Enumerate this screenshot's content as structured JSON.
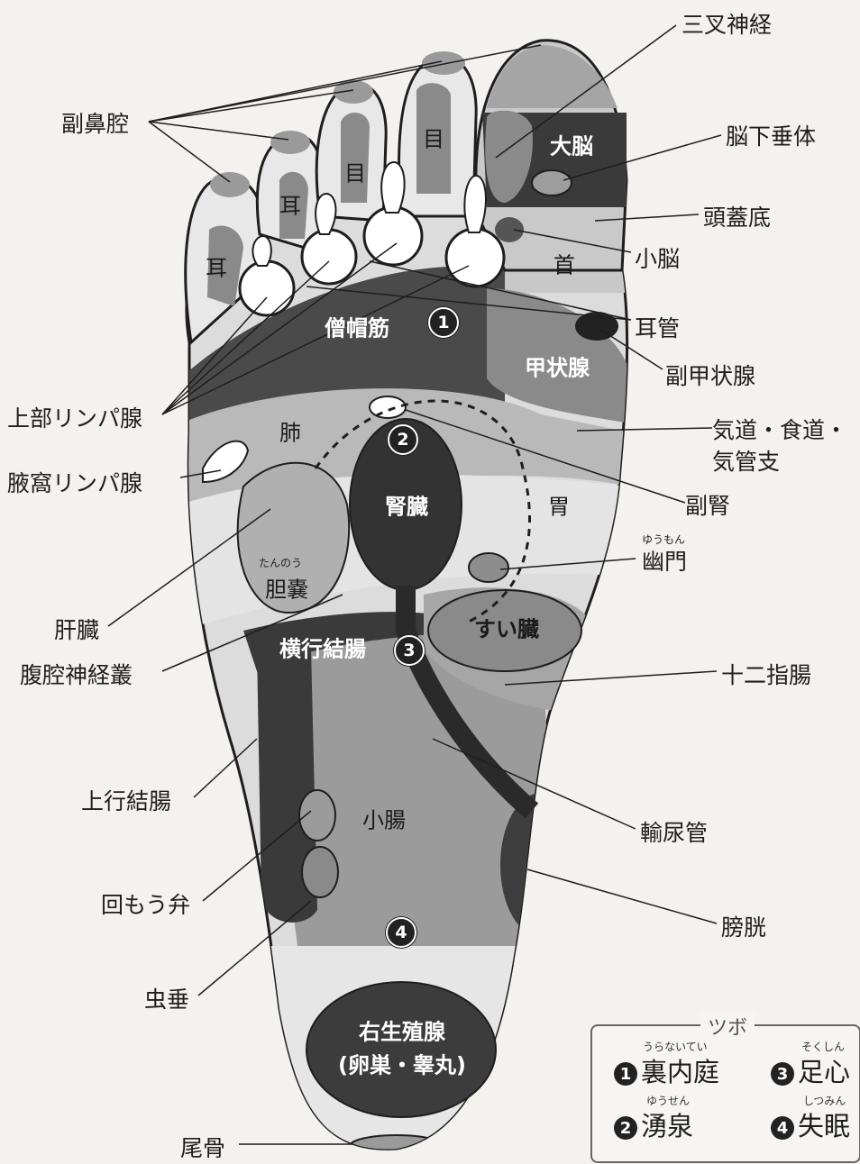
{
  "labels": {
    "sankei": "三叉神経",
    "fukubikuu": "副鼻腔",
    "noukasuitai": "脳下垂体",
    "tougaitei": "頭蓋底",
    "shounou": "小脳",
    "jikan": "耳管",
    "fukukoujousen": "副甲状腺",
    "joubu_lymph": "上部リンパ腺",
    "kiseki": "気道・食道・",
    "kikanshi": "気管支",
    "ekika_lymph": "腋窩リンパ腺",
    "fukujin": "副腎",
    "yuumon": "幽門",
    "yuumon_ruby": "ゆうもん",
    "kanzou": "肝臓",
    "fukukou": "腹腔神経叢",
    "juunishi": "十二指腸",
    "joukou": "上行結腸",
    "nyounyoukan": "輸尿管",
    "kaimouben": "回もう弁",
    "boukou": "膀胱",
    "chuusui": "虫垂",
    "bikotsu": "尾骨"
  },
  "inside": {
    "dainou": "大脳",
    "kubi": "首",
    "me1": "目",
    "me2": "目",
    "mimi1": "耳",
    "mimi2": "耳",
    "soubou": "僧帽筋",
    "koujou": "甲状腺",
    "hai": "肺",
    "jinzou": "腎臓",
    "i": "胃",
    "tannou": "胆嚢",
    "tannou_ruby": "たんのう",
    "suizou": "すい臓",
    "oukou": "横行結腸",
    "shouchou": "小腸",
    "seishoku1": "右生殖腺",
    "seishoku2": "(卵巣・睾丸)"
  },
  "points": {
    "p1": "1",
    "p2": "2",
    "p3": "3",
    "p4": "4"
  },
  "legend": {
    "title": "ツボ",
    "items": [
      {
        "num": "1",
        "name": "裏内庭",
        "ruby": "うらないてい"
      },
      {
        "num": "3",
        "name": "足心",
        "ruby": "そくしん"
      },
      {
        "num": "2",
        "name": "湧泉",
        "ruby": "ゆうせん"
      },
      {
        "num": "4",
        "name": "失眠",
        "ruby": "しつみん"
      }
    ]
  },
  "colors": {
    "dark": "#3a3a3a",
    "mid": "#7d7d7d",
    "light": "#b4b4b4",
    "pale": "#dcdcdc",
    "paper": "#f4f2ef"
  }
}
